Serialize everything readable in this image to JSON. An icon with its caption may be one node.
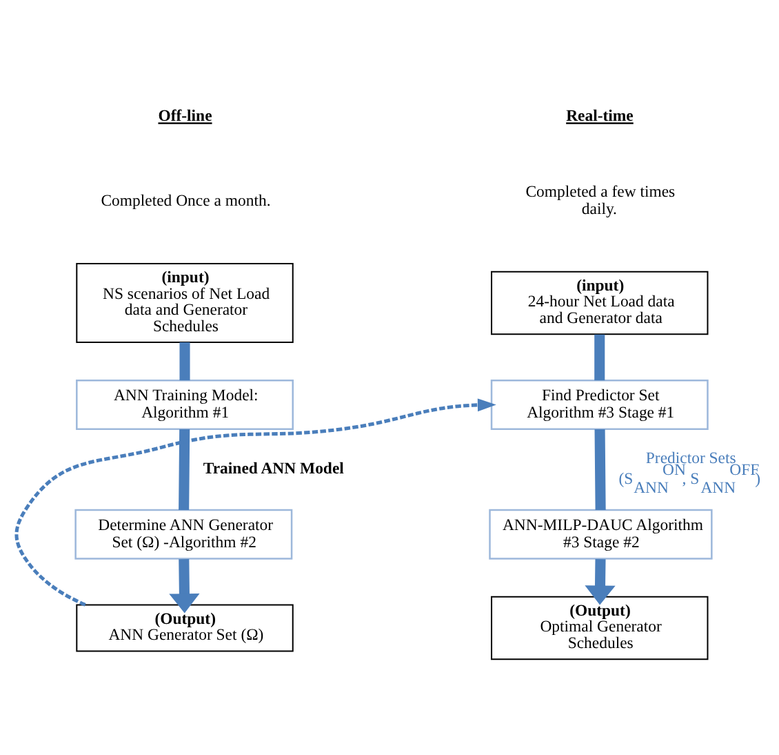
{
  "diagram": {
    "nodes": [
      {
        "text": [
          "(input)",
          "NS scenarios of Net Load data and Generator Schedules"
        ]
      },
      {
        "text": [
          "ANN Training Model: Algorithm #1"
        ]
      },
      {
        "text": [
          "Determine ANN Generator Set (Ω) -Algorithm #2"
        ]
      },
      {
        "text": [
          "(Output)",
          "ANN Generator Set (Ω)"
        ]
      },
      {
        "text": [
          "(input)",
          "24-hour Net Load data and Generator data"
        ]
      },
      {
        "text": [
          "Find Predictor Set Algorithm #3 Stage #1"
        ]
      },
      {
        "text": [
          "ANN-MILP-DAUC Algorithm #3 Stage #2"
        ]
      },
      {
        "text": [
          "(Output)",
          "Optimal Generator Schedules"
        ]
      }
    ],
    "edges": [
      {
        "from": 0,
        "to": 1,
        "arrow": "none"
      },
      {
        "from": 1,
        "to": 2,
        "arrow": "none",
        "label": "Trained ANN Model"
      },
      {
        "from": 2,
        "to": 3,
        "arrow": "to"
      },
      {
        "from": 3,
        "to": 5,
        "arrow": "to",
        "style": "dashed"
      },
      {
        "from": 4,
        "to": 5,
        "arrow": "none"
      },
      {
        "from": 5,
        "to": 6,
        "arrow": "none",
        "label": "Predictor Sets (S$_{ANN}$$^{ON}$, S$_{ANN}$$^{OFF}$)"
      },
      {
        "from": 6,
        "to": 7,
        "arrow": "to"
      }
    ],
    "labels": [
      "Off-line",
      "Completed Once a month.",
      "Real-time",
      "Completed a few times daily."
    ]
  }
}
